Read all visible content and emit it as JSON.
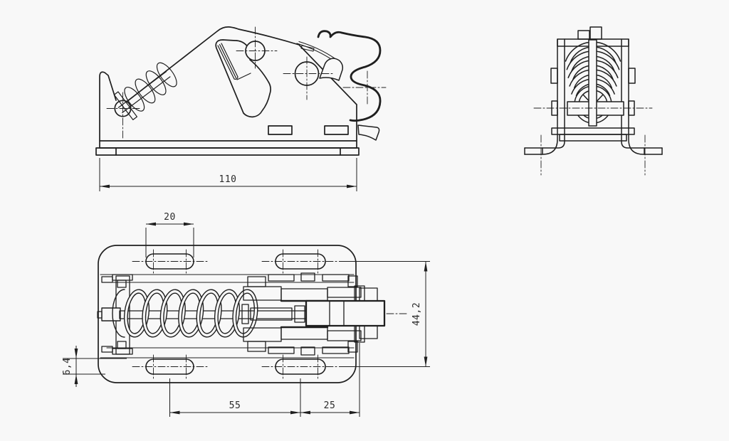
{
  "drawing": {
    "type": "engineering-drawing",
    "views": {
      "side_view": "latch side elevation",
      "end_view": "latch end elevation",
      "plan_view": "latch top plan"
    },
    "dimensions": {
      "overall_length": "110",
      "slot_length": "20",
      "overall_width": "44,2",
      "edge_offset": "6,4",
      "slot_spacing": "55",
      "slot_to_edge": "25"
    },
    "colors": {
      "background": "#f8f8f8",
      "line": "#1f1f1f",
      "text": "#2b2b2b"
    }
  }
}
